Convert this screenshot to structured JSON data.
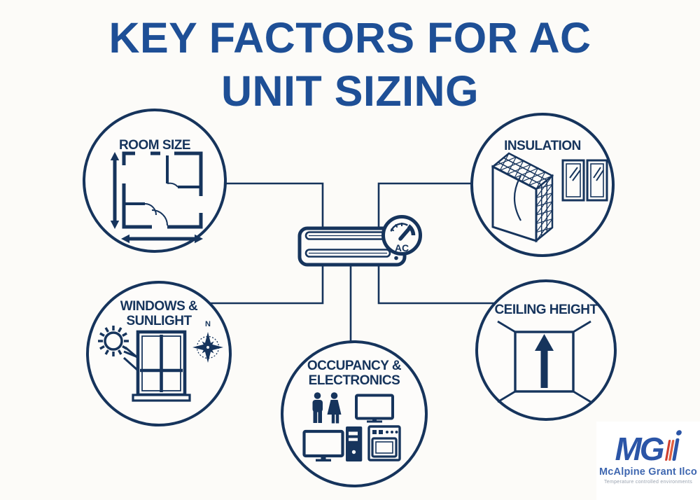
{
  "title": {
    "line1": "KEY FACTORS FOR AC",
    "line2": "UNIT SIZING"
  },
  "nodes": {
    "room_size": {
      "label": "ROOM SIZE",
      "icon": "floor-plan-icon"
    },
    "insulation": {
      "label": "INSULATION",
      "icon": "insulated-wall-icon"
    },
    "windows_sunlight": {
      "label": "WINDOWS & SUNLIGHT",
      "icon": "sun-window-compass-icon"
    },
    "ceiling_height": {
      "label": "CEILING HEIGHT",
      "icon": "room-height-arrow-icon"
    },
    "occupancy_electronics": {
      "label": "OCCUPANCY & ELECTRONICS",
      "icon": "people-electronics-icon"
    }
  },
  "center": {
    "gauge_label": "AC",
    "icon": "ac-unit-gauge-icon"
  },
  "compass": {
    "north_label": "N"
  },
  "logo": {
    "wordmark": "MG",
    "accent_letter": "i",
    "company": "McAlpine Grant Ilco",
    "tagline": "Temperature controlled environments"
  },
  "colors": {
    "navy": "#16345c",
    "title_blue": "#1e4f96",
    "background": "#fcfbf8",
    "logo_blue": "#2b55a7",
    "logo_red": "#cf3f2e",
    "logo_orange": "#e0603f"
  }
}
